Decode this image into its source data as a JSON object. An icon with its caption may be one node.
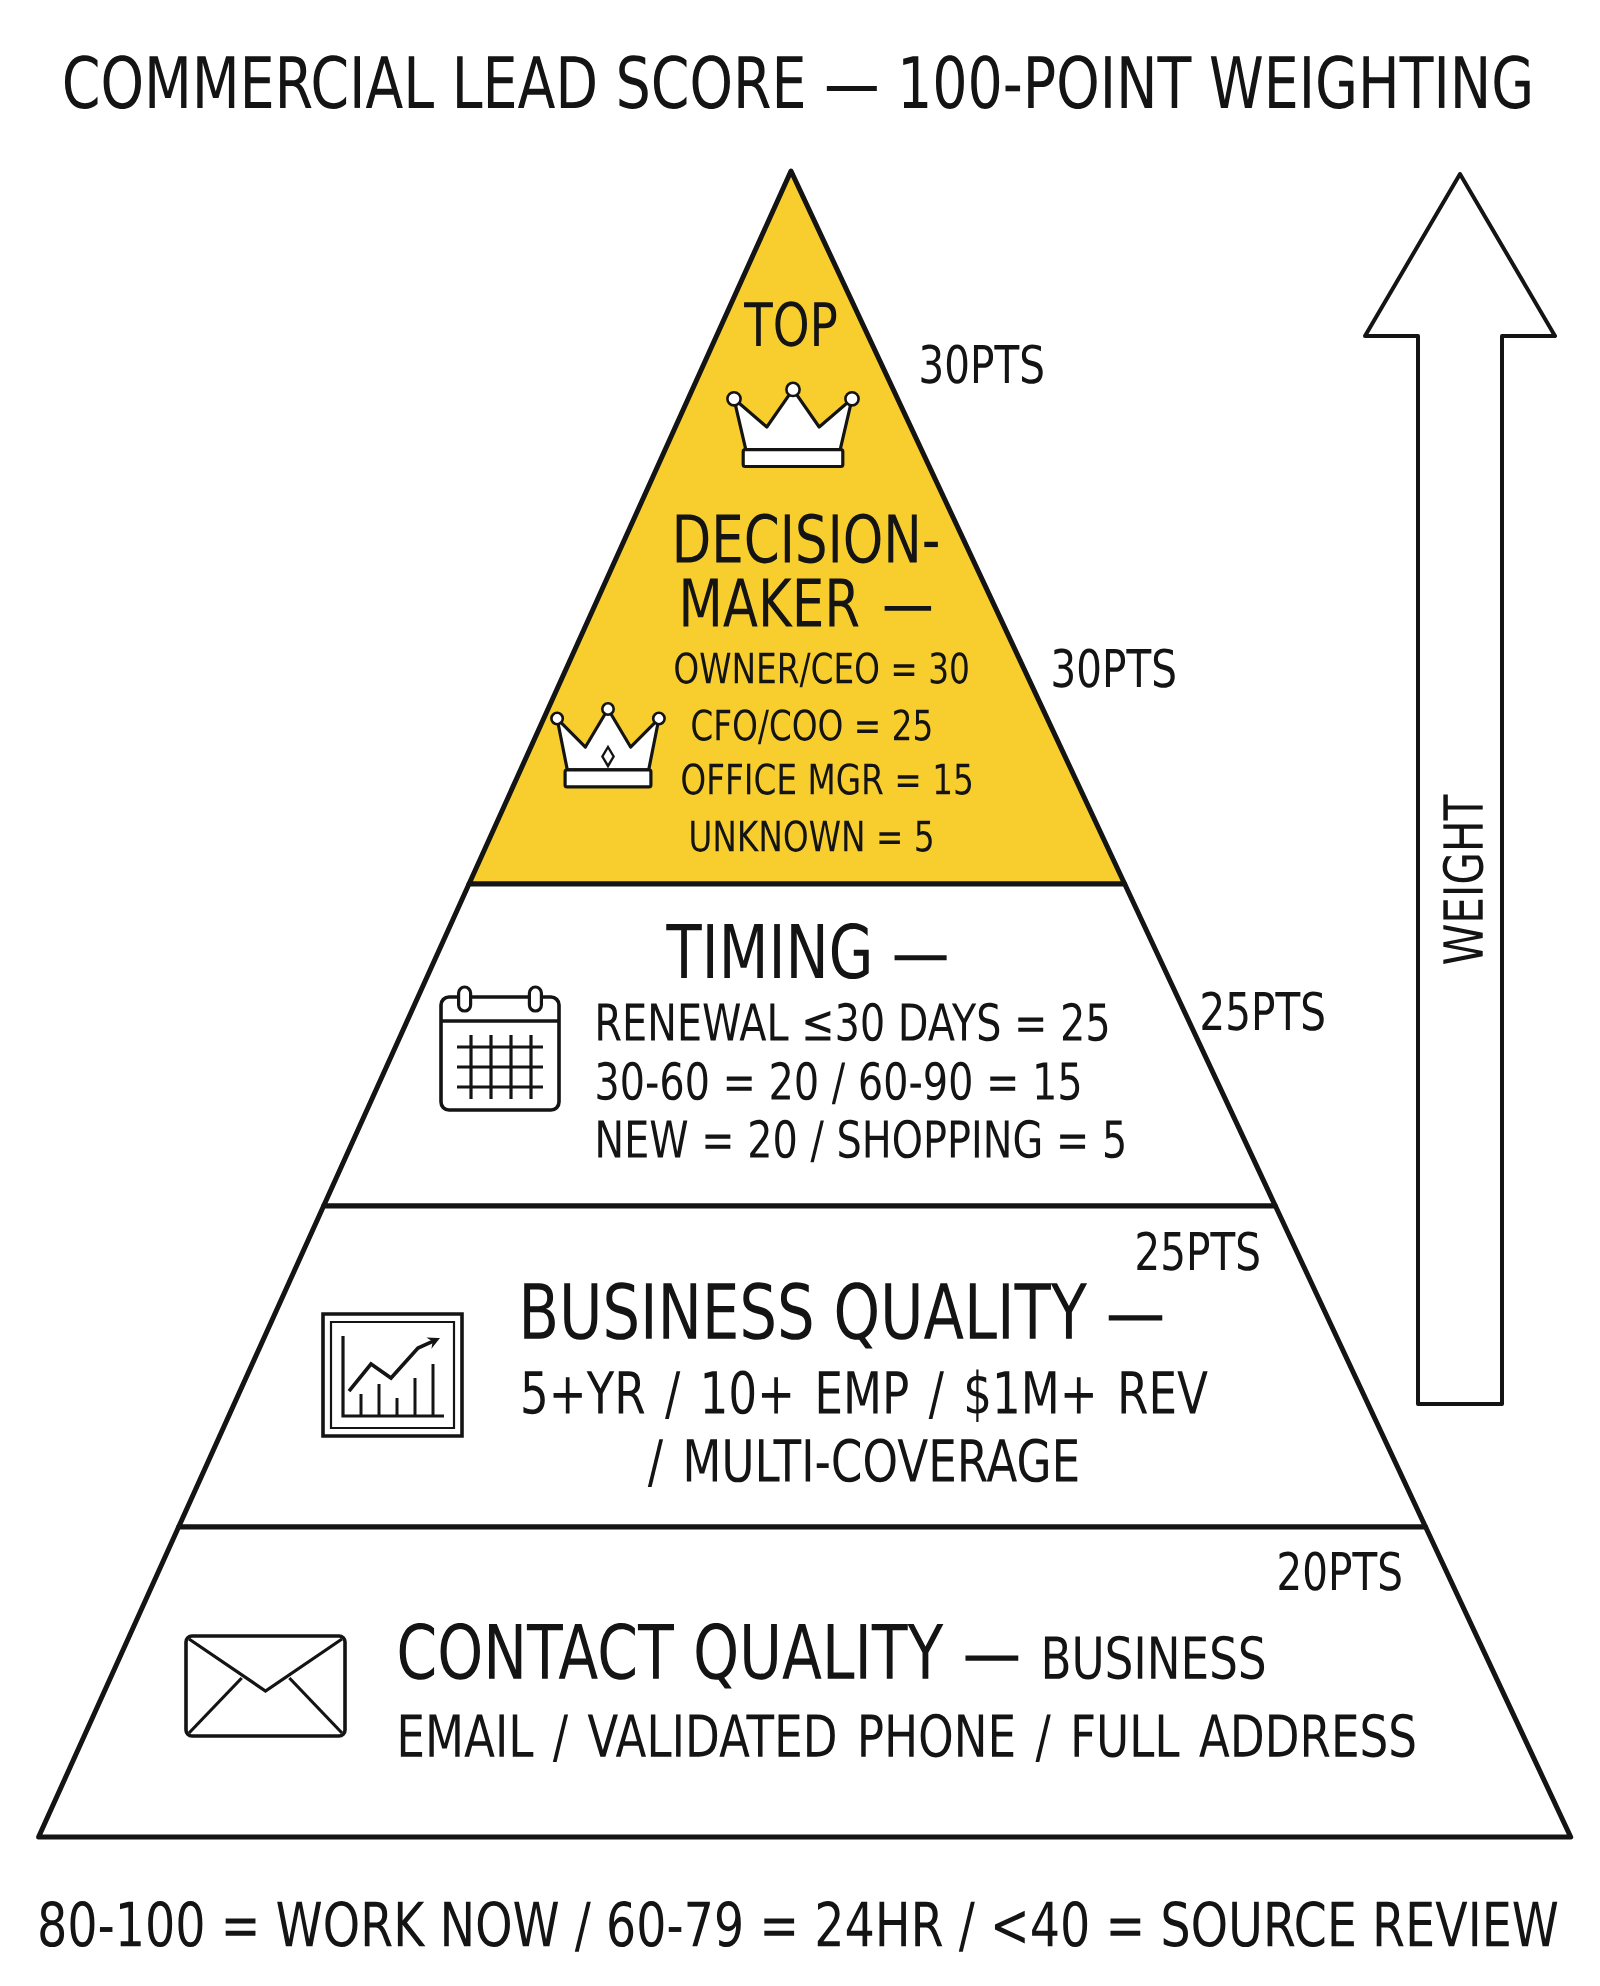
{
  "diagram": {
    "title": "COMMERCIAL LEAD SCORE — 100-POINT WEIGHTING",
    "nodes": [
      {
        "text": [
          "TOP",
          "DECISION- MAKER —",
          "OWNER/CEO = 30",
          "CFO/COO = 25",
          "OFFICE MGR = 15",
          "UNKNOWN = 5"
        ],
        "beside": [
          "30PTS",
          "30PTS"
        ]
      },
      {
        "text": [
          "TIMING —",
          "RENEWAL ≤30 DAYS = 25",
          "30-60 = 20 / 60-90 = 15",
          "NEW = 20 / SHOPPING = 5"
        ],
        "beside": [
          "25PTS"
        ]
      },
      {
        "text": [
          "25PTS",
          "BUSINESS QUALITY —",
          "5+YR / 10+ EMP / $1M+ REV / MULTI-COVERAGE"
        ]
      },
      {
        "text": [
          "20PTS",
          "CONTACT QUALITY —",
          "BUSINESS EMAIL / VALIDATED PHONE / FULL ADDRESS"
        ]
      },
      {
        "text": [
          "WEIGHT"
        ]
      }
    ],
    "labels": [
      "80-100 = WORK NOW / 60-79 = 24HR / <40 = SOURCE REVIEW"
    ]
  }
}
